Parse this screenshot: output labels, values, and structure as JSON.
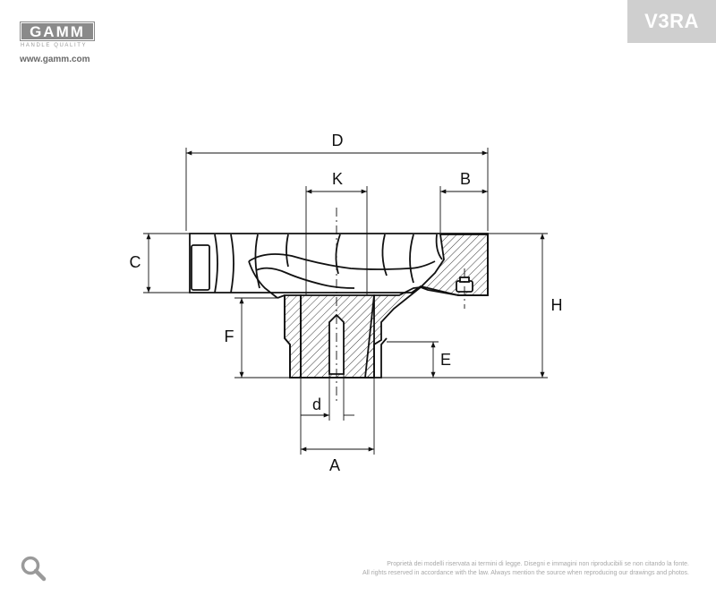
{
  "brand": {
    "logo_text": "GAMM",
    "tagline": "HANDLE QUALITY",
    "url": "www.gamm.com"
  },
  "product_code": "V3RA",
  "dimensions": {
    "D": "D",
    "K": "K",
    "B": "B",
    "C": "C",
    "H": "H",
    "F": "F",
    "E": "E",
    "d": "d",
    "A": "A"
  },
  "footer": {
    "line1": "Proprietà dei modelli riservata ai termini di legge. Disegni e immagini non riproducibili se non citando la fonte.",
    "line2": "All rights reserved in accordance with the law. Always mention the source when reproducing our drawings and photos."
  },
  "icons": {
    "zoom": "magnifier-icon"
  },
  "colors": {
    "badge_bg": "#cfcfcf",
    "line": "#111111",
    "muted": "#a8a8a8"
  }
}
